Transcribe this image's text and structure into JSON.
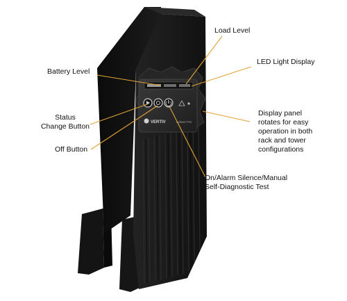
{
  "labels": {
    "load_level": "Load Level",
    "led_light_display": "LED Light Display",
    "battery_level": "Battery Level",
    "status_change_line1": "Status",
    "status_change_line2": "Change Button",
    "off_button": "Off Button",
    "display_panel_line1": "Display panel",
    "display_panel_line2": "rotates for easy",
    "display_panel_line3": "operation in both",
    "display_panel_line4": "rack and tower",
    "display_panel_line5": "configurations",
    "on_alarm_line1": "On/Alarm Silence/Manual",
    "on_alarm_line2": "Self-Diagnostic Test"
  },
  "device": {
    "brand": "VERTIV",
    "model": "Liebert PSI"
  },
  "colors": {
    "body": "#1b1b1b",
    "body_dark": "#0e0e0e",
    "leader": "#e0a436",
    "text": "#111111"
  }
}
